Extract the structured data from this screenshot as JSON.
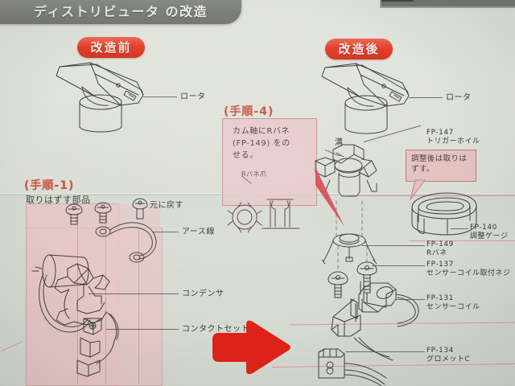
{
  "header": {
    "title": "ディストリビュータ の改造"
  },
  "badges": {
    "before": "改造前",
    "after": "改造後"
  },
  "steps": {
    "step1": {
      "title": "(手順-1)",
      "subtitle": "取りはずす部品"
    },
    "step4": {
      "title": "(手順-4)",
      "body_line1": "カム軸にRバネ",
      "body_line2": "(FP-149) をの",
      "body_line3": "せる。",
      "inner_label": "Rバネ爪"
    }
  },
  "callout": {
    "line1": "調整後は取りは",
    "line2": "ずす。"
  },
  "labels": {
    "rotor_left": "ロータ",
    "rotor_right": "ロータ",
    "groove": "溝",
    "restore": "元に戻す",
    "ground_wire": "アース線",
    "condenser": "コンデンサ",
    "contact_set": "コンタクトセット"
  },
  "parts": [
    {
      "code": "FP-147",
      "name": "トリガーホイル"
    },
    {
      "code": "FP-140",
      "name": "調整ゲージ"
    },
    {
      "code": "FP-149",
      "name": "Rバネ"
    },
    {
      "code": "FP-137",
      "name": "センサーコイル取付ネジ"
    },
    {
      "code": "FP-131",
      "name": "センサーコイル"
    },
    {
      "code": "FP-134",
      "name": "グロメットC"
    }
  ],
  "colors": {
    "badge_red": "#e4402c",
    "arrow_red": "#e01f17",
    "panel_pink": "#e9c6c8",
    "paper": "#dbe0d7",
    "titlebar_gray": "#7e807c",
    "rule_magenta": "#e08b9e",
    "ink": "#3a3d39"
  }
}
